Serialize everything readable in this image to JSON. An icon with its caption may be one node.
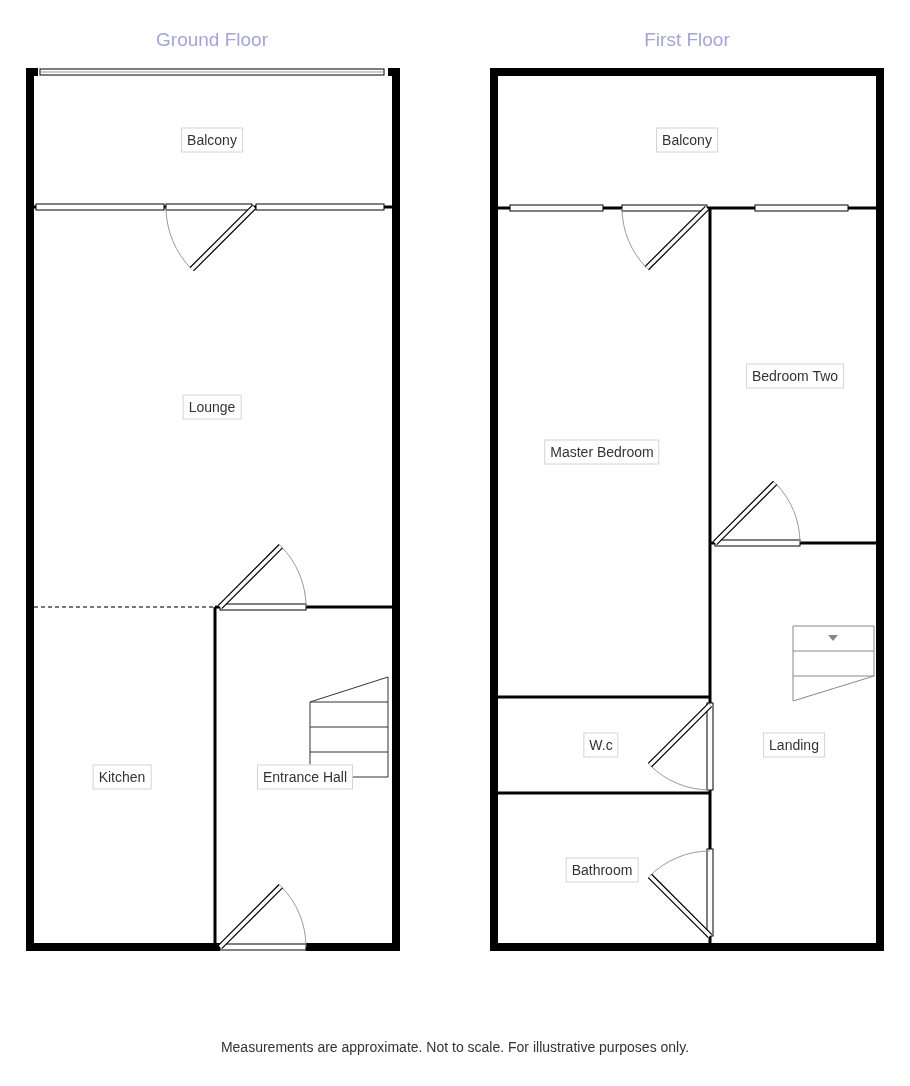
{
  "diagram": {
    "caption": "Measurements are approximate. Not to scale. For illustrative purposes only.",
    "nodes": [
      {
        "text": [
          "Balcony"
        ]
      },
      {
        "text": [
          "Lounge"
        ]
      },
      {
        "text": [
          "Kitchen"
        ]
      },
      {
        "text": [
          "Entrance Hall"
        ]
      },
      {
        "text": [
          "Balcony"
        ]
      },
      {
        "text": [
          "Master Bedroom"
        ]
      },
      {
        "text": [
          "Bedroom Two"
        ]
      },
      {
        "text": [
          "W.c"
        ]
      },
      {
        "text": [
          "Landing"
        ]
      },
      {
        "text": [
          "Bathroom"
        ]
      }
    ],
    "labels": [
      "Ground Floor",
      "First Floor"
    ]
  }
}
